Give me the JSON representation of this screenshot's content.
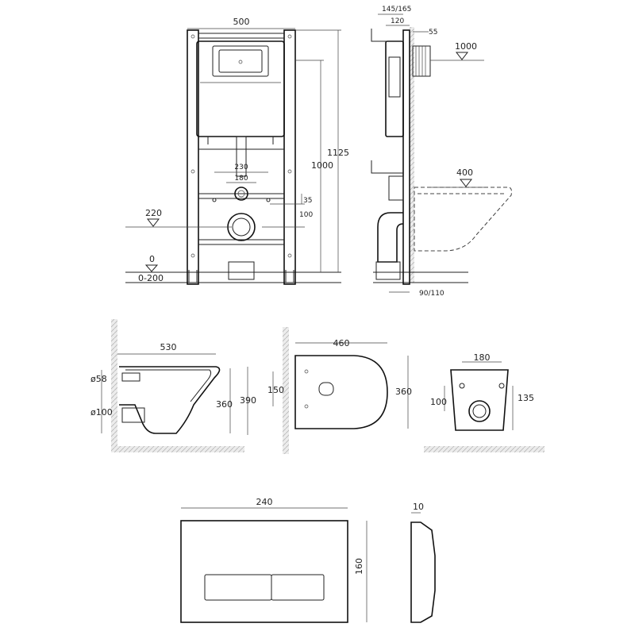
{
  "frame_front": {
    "width": "500",
    "height_total": "1125",
    "height_top": "1000",
    "bolt_spacing": "230",
    "inlet_spacing": "180",
    "dim_35": "35",
    "dim_100": "100",
    "level_drain": "220",
    "level_floor": "0",
    "floor_range": "0-200"
  },
  "frame_side": {
    "depth_range": "145/165",
    "depth_mid": "120",
    "depth_pipe": "55",
    "water_height": "1000",
    "bowl_height": "400",
    "base_offset": "90/110"
  },
  "bowl_side": {
    "length": "530",
    "inlet_dia": "ø58",
    "outlet_dia": "ø100",
    "height_inner": "360",
    "height_outer": "390"
  },
  "bowl_top": {
    "length": "460",
    "width": "360",
    "bolt_spacing": "150"
  },
  "bowl_rear": {
    "bolt_spacing": "180",
    "height_outlet": "100",
    "height_bolt": "135"
  },
  "flush_plate": {
    "width": "240",
    "height": "160",
    "depth": "10"
  }
}
